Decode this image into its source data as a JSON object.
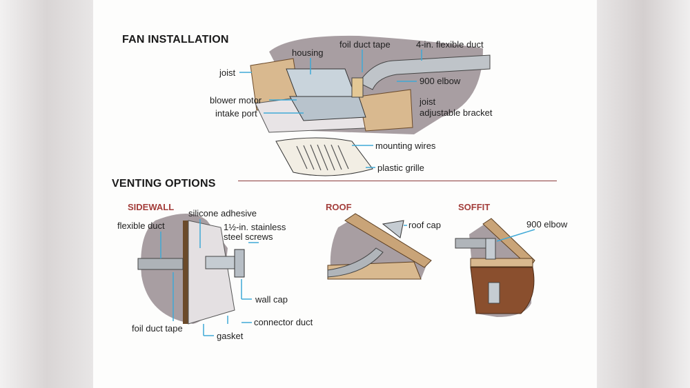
{
  "fan_installation": {
    "title": "FAN INSTALLATION",
    "labels": {
      "housing": "housing",
      "foil_duct_tape": "foil duct tape",
      "flexible_duct": "4-in. flexible duct",
      "joist_left": "joist",
      "elbow": "900 elbow",
      "blower_motor": "blower motor",
      "joist_right": "joist",
      "adjustable_bracket": "adjustable bracket",
      "intake_port": "intake port",
      "mounting_wires": "mounting wires",
      "plastic_grille": "plastic grille"
    }
  },
  "venting_options": {
    "title": "VENTING OPTIONS",
    "sidewall": {
      "title": "SIDEWALL",
      "silicone_adhesive": "silicone adhesive",
      "flexible_duct": "flexible duct",
      "screws_line1": "1½-in. stainless",
      "screws_line2": "steel screws",
      "wall_cap": "wall cap",
      "connector_duct": "connector duct",
      "foil_duct_tape": "foil duct tape",
      "gasket": "gasket"
    },
    "roof": {
      "title": "ROOF",
      "roof_cap": "roof cap"
    },
    "soffit": {
      "title": "SOFFIT",
      "elbow": "900 elbow"
    }
  },
  "colors": {
    "leader": "#3fa9d6",
    "subheading": "#a33d3a",
    "backdrop": "#a89ea2",
    "wood": "#d9b98f"
  }
}
